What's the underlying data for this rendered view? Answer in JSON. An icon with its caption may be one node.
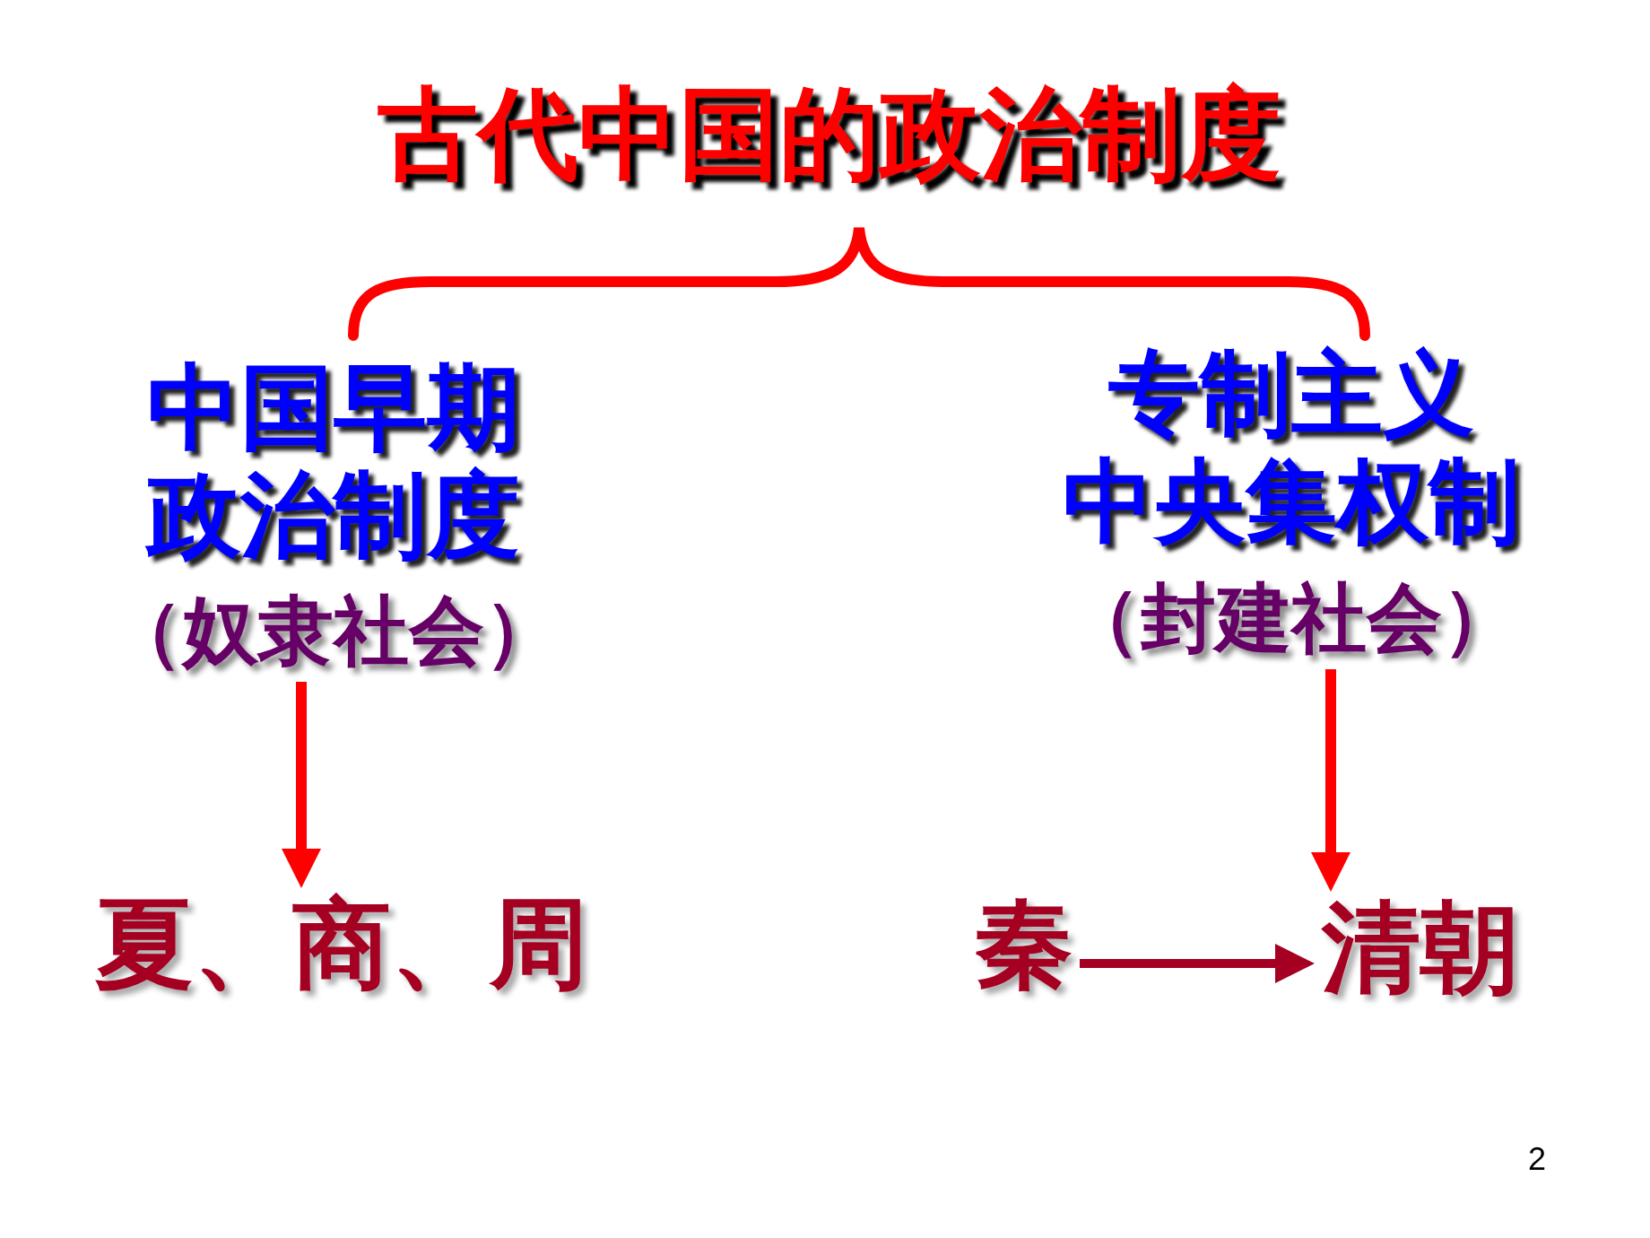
{
  "diagram": {
    "title": "古代中国的政治制度",
    "nodes": [
      {
        "text": [
          "中国早期政治制度",
          "（奴隶社会）"
        ]
      },
      {
        "text": [
          "专制主义中央集权制",
          "（封建社会）"
        ]
      },
      {
        "text": [
          "夏、商、周"
        ]
      },
      {
        "text": [
          "秦"
        ]
      },
      {
        "text": [
          "清朝"
        ]
      }
    ],
    "edges": [
      {
        "from": 0,
        "to": 2,
        "arrow": "to"
      },
      {
        "from": 1,
        "to": 4,
        "arrow": "to"
      },
      {
        "from": 3,
        "to": 4,
        "arrow": "to",
        "color": "#a50021"
      }
    ],
    "labels": [
      "2"
    ]
  }
}
